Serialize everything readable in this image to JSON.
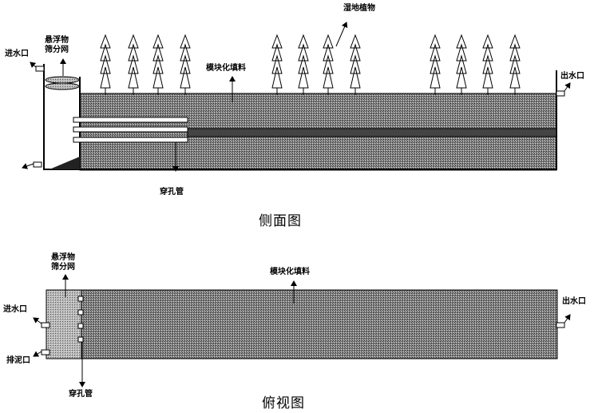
{
  "side_view": {
    "caption": "侧面图",
    "labels": {
      "plants": "湿地植物",
      "screen": "悬浮物筛分网",
      "screen_line1": "悬浮物",
      "screen_line2": "筛分网",
      "inlet": "进水口",
      "outlet": "出水口",
      "filler": "模块化填料",
      "pipe": "穿孔管"
    }
  },
  "top_view": {
    "caption": "俯视图",
    "labels": {
      "screen_line1": "悬浮物",
      "screen_line2": "筛分网",
      "filler": "模块化填料",
      "inlet": "进水口",
      "outlet": "出水口",
      "sludge": "排泥口",
      "pipe": "穿孔管"
    }
  },
  "colors": {
    "stroke": "#000000",
    "fill_dark": "#5f5f5f",
    "fill_light": "#8c8c8c"
  }
}
